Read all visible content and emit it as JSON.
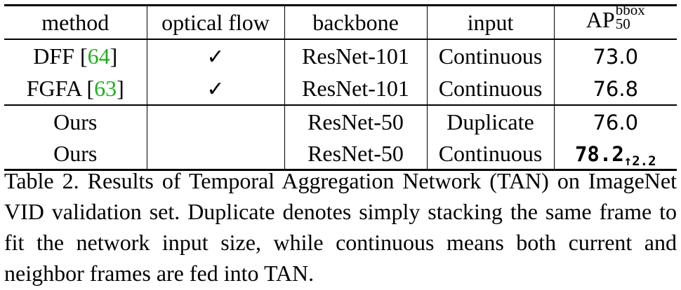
{
  "table": {
    "headers": {
      "method": "method",
      "optical_flow": "optical flow",
      "backbone": "backbone",
      "input": "input",
      "ap_main": "AP",
      "ap_sup": "bbox",
      "ap_sub": "50"
    },
    "rows": [
      {
        "method": "DFF [",
        "cite": "64",
        "method_end": "]",
        "flow": "✓",
        "backbone": "ResNet-101",
        "input": "Continuous",
        "ap": "73.0"
      },
      {
        "method": "FGFA [",
        "cite": "63",
        "method_end": "]",
        "flow": "✓",
        "backbone": "ResNet-101",
        "input": "Continuous",
        "ap": "76.8"
      },
      {
        "method": "Ours",
        "flow": "",
        "backbone": "ResNet-50",
        "input": "Duplicate",
        "ap": "76.0"
      },
      {
        "method": "Ours",
        "flow": "",
        "backbone": "ResNet-50",
        "input": "Continuous",
        "ap": "78.2",
        "gain": "↑2.2"
      }
    ]
  },
  "caption": "Table 2. Results of Temporal Aggregation Network (TAN) on ImageNet VID validation set. Duplicate denotes simply stacking the same frame to fit the network input size, while continuous means both current and neighbor frames are fed into TAN."
}
